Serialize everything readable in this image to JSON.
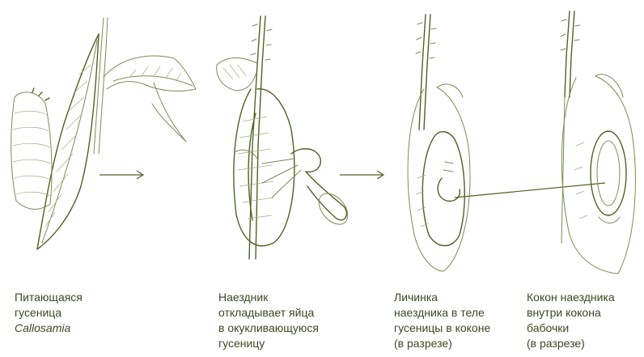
{
  "captions": [
    {
      "lines": [
        "Питающаяся",
        "гусеница"
      ],
      "italic_line": "Callosamia"
    },
    {
      "lines": [
        "Наездник",
        "откладывает яйца",
        "в окукливающуюся",
        "гусеницу"
      ]
    },
    {
      "lines": [
        "Личинка",
        "наездника в теле",
        "гусеницы в коконе",
        "(в разрезе)"
      ]
    },
    {
      "lines": [
        "Кокон наездника",
        "внутри кокона",
        "бабочки",
        "(в разрезе)"
      ]
    }
  ],
  "colors": {
    "ink_light": "#7d8c55",
    "ink_dark": "#4f6224",
    "text": "#3a4a1f",
    "arrow": "#4f6224"
  },
  "icons": [
    "right-arrow-icon",
    "right-arrow-icon"
  ]
}
